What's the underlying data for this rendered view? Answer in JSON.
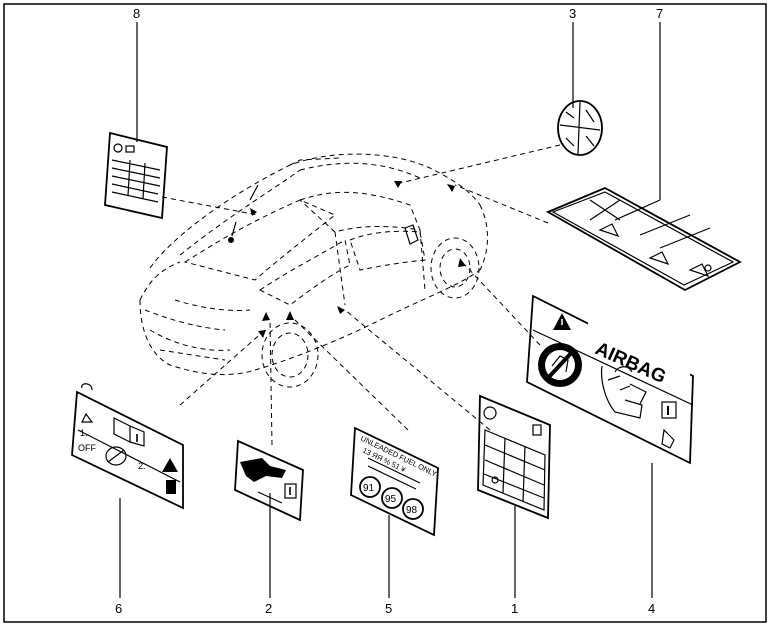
{
  "diagram": {
    "callouts": [
      "8",
      "3",
      "7",
      "6",
      "2",
      "5",
      "1",
      "4"
    ]
  },
  "labels": {
    "airbag": {
      "text": "AIRBAG"
    },
    "fuel": {
      "line1": "UNLEADED FUEL ONLY",
      "line2": "13 ЯЯ % 51 ¥",
      "numbers": [
        "91",
        "95",
        "98"
      ]
    },
    "warning": {
      "item1": "1.",
      "item2": "2.",
      "off": "OFF"
    }
  }
}
